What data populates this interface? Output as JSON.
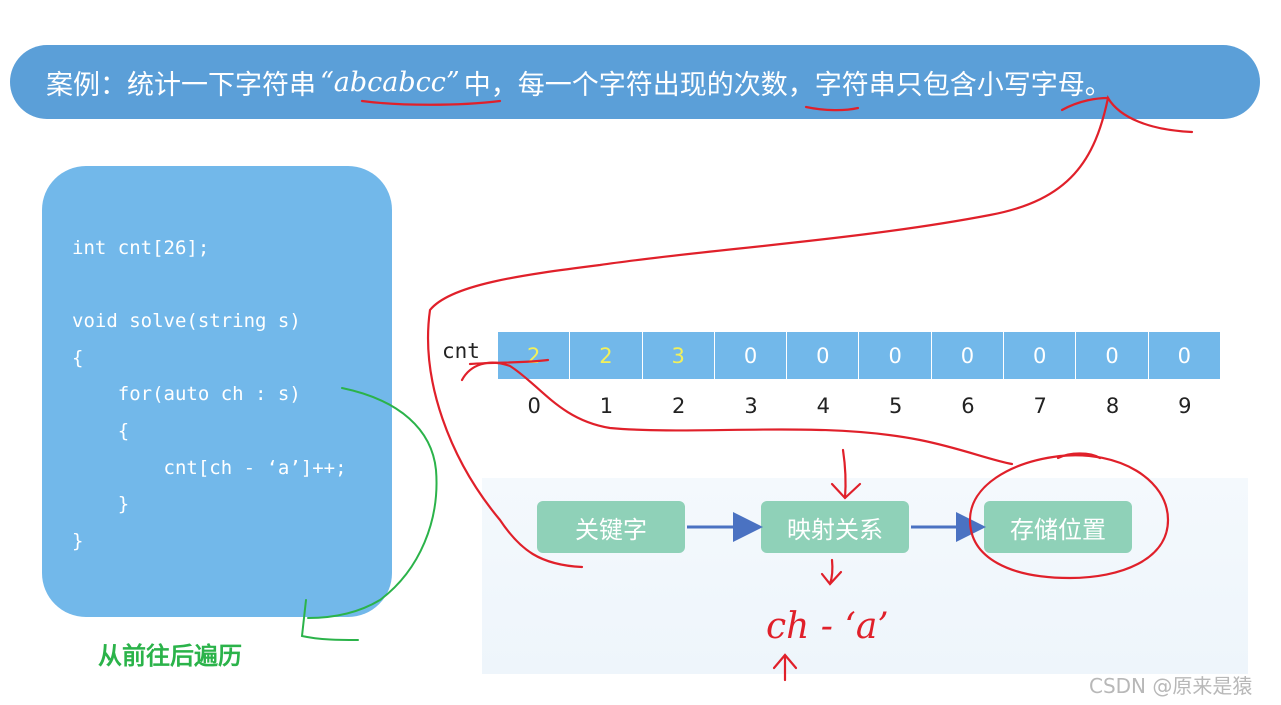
{
  "banner": {
    "prefix": "案例：统计一下字符串",
    "quoted": "“abcabcc”",
    "suffix": "中，每一个字符出现的次数，字符串只包含小写字母。"
  },
  "code": {
    "text": "int cnt[26];\n\nvoid solve(string s)\n{\n    for(auto ch : s)\n    {\n        cnt[ch - ‘a’]++;\n    }\n}"
  },
  "caption": "从前往后遍历",
  "array": {
    "label": "cnt",
    "values": [
      "2",
      "2",
      "3",
      "0",
      "0",
      "0",
      "0",
      "0",
      "0",
      "0"
    ],
    "highlighted": [
      0,
      1,
      2
    ],
    "indices": [
      "0",
      "1",
      "2",
      "3",
      "4",
      "5",
      "6",
      "7",
      "8",
      "9"
    ]
  },
  "flow": {
    "keyword": "关键字",
    "mapping": "映射关系",
    "storage": "存储位置"
  },
  "annotation": "ch - ‘a’",
  "watermark": "CSDN @原来是猿",
  "colors": {
    "banner": "#5b9fd8",
    "code_card": "#72b8ea",
    "cell": "#72b8ea",
    "flow_box": "#8fd1b8",
    "highlight_text": "#f2f05a",
    "caption": "#2bb34a",
    "red_ink": "#e0202a",
    "green_ink": "#2bb34a"
  }
}
